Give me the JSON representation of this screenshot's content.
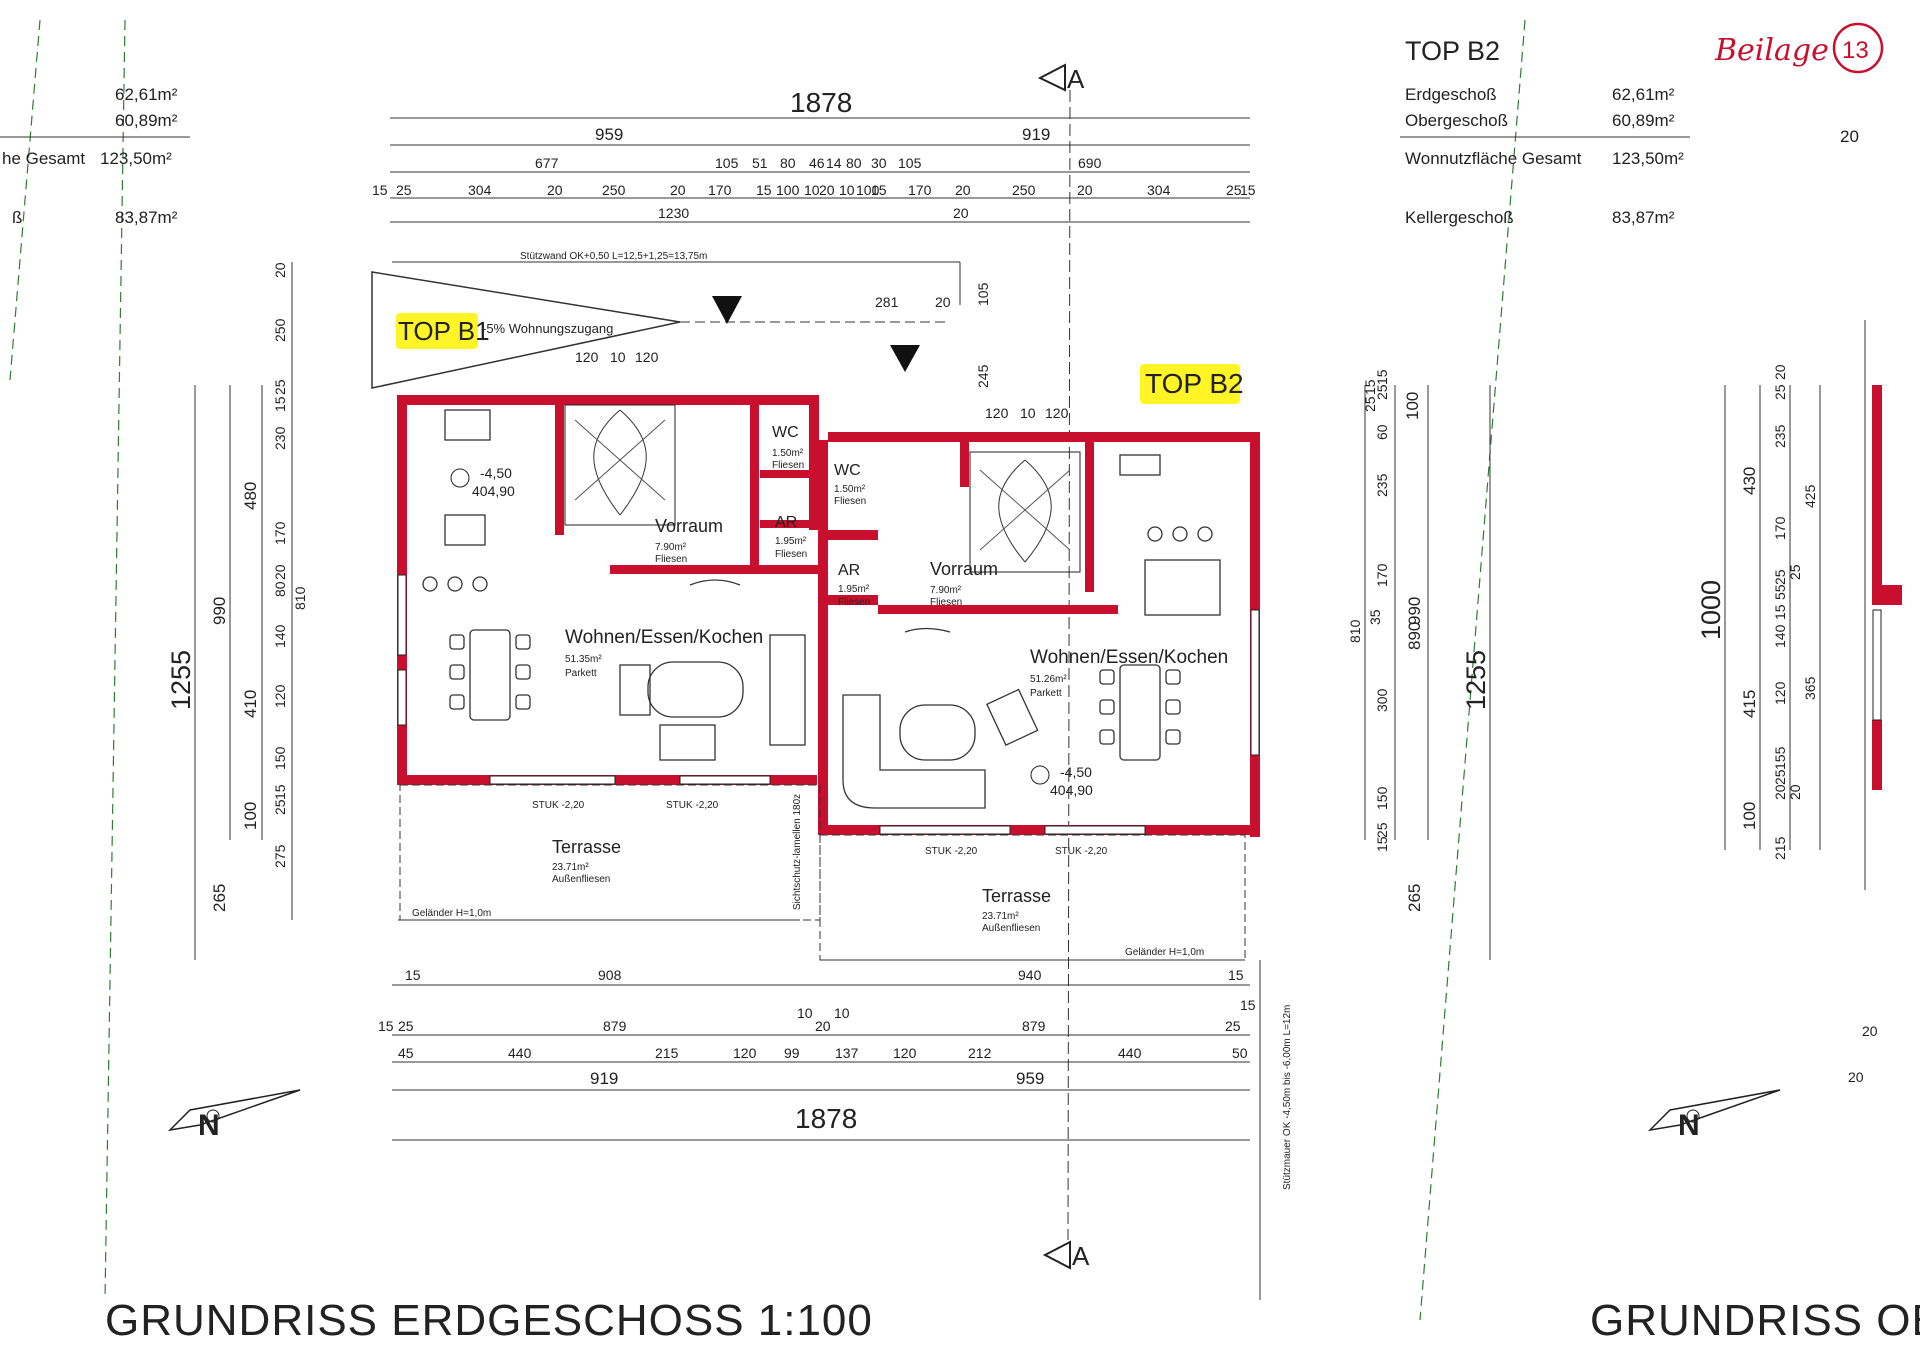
{
  "corner_note": "Beilage",
  "corner_note_number": "13",
  "section_marker": "A",
  "top_b1_label": "TOP B1",
  "top_b2_label": "TOP B2",
  "wohnungszugang": "-5%  Wohnungszugang",
  "stuetzwand": "Stützwand OK+0,50 L=12,5+1,25=13,75m",
  "stuetzmauer": "Stützmauer OK -4,50m bis -6,00m L=12m",
  "left_summary": {
    "rows": [
      {
        "label": "",
        "value": "62,61m²"
      },
      {
        "label": "",
        "value": "60,89m²"
      },
      {
        "label": "he Gesamt",
        "value": "123,50m²"
      },
      {
        "label": "ß",
        "value": "83,87m²"
      }
    ]
  },
  "b2_summary": {
    "title": "TOP B2",
    "rows": [
      {
        "label": "Erdgeschoß",
        "value": "62,61m²"
      },
      {
        "label": "Obergeschoß",
        "value": "60,89m²"
      },
      {
        "label": "Wonnutzfläche Gesamt",
        "value": "123,50m²"
      },
      {
        "label": "Kellergeschoß",
        "value": "83,87m²"
      }
    ]
  },
  "rooms": {
    "b1_living": {
      "name": "Wohnen/Essen/Kochen",
      "area": "51.35m²",
      "floor": "Parkett"
    },
    "b2_living": {
      "name": "Wohnen/Essen/Kochen",
      "area": "51.26m²",
      "floor": "Parkett"
    },
    "b1_vorraum": {
      "name": "Vorraum",
      "area": "7.90m²",
      "floor": "Fliesen"
    },
    "b2_vorraum": {
      "name": "Vorraum",
      "area": "7.90m²",
      "floor": "Fliesen"
    },
    "b1_wc": {
      "name": "WC",
      "area": "1.50m²",
      "floor": "Fliesen"
    },
    "b2_wc": {
      "name": "WC",
      "area": "1.50m²",
      "floor": "Fliesen"
    },
    "b1_ar": {
      "name": "AR",
      "area": "1.95m²",
      "floor": "Fliesen"
    },
    "b2_ar": {
      "name": "AR",
      "area": "1.95m²",
      "floor": "Fliesen"
    },
    "b1_terrasse": {
      "name": "Terrasse",
      "area": "23.71m²",
      "floor": "Außenfliesen"
    },
    "b2_terrasse": {
      "name": "Terrasse",
      "area": "23.71m²",
      "floor": "Außenfliesen"
    }
  },
  "levels": {
    "b1": {
      "rel": "-4,50",
      "abs": "404,90"
    },
    "b2": {
      "rel": "-4,50",
      "abs": "404,90"
    }
  },
  "gelaender_left": "Geländer H=1,0m",
  "gelaender_right": "Geländer H=1,0m",
  "sichtschutz": "Sichtschutz-lamellen 180z",
  "stuk": "STUK -2,20",
  "top_dims": {
    "total": "1878",
    "halves": [
      "959",
      "919"
    ],
    "row3": [
      "677",
      "105",
      "51",
      "80",
      "46",
      "14",
      "80",
      "30",
      "105",
      "690"
    ],
    "row4": [
      "15",
      "25",
      "304",
      "20",
      "250",
      "20",
      "170",
      "15",
      "100",
      "10",
      "20",
      "10",
      "100",
      "15",
      "170",
      "20",
      "250",
      "20",
      "304",
      "25",
      "15"
    ],
    "row5": [
      "1230",
      "20"
    ],
    "entry": [
      "281",
      "20",
      "105",
      "245"
    ],
    "stair": [
      "120",
      "10",
      "120"
    ]
  },
  "bottom_dims": {
    "terr": [
      "15",
      "908",
      "940",
      "15"
    ],
    "row2": [
      "15",
      "25",
      "879",
      "10",
      "20",
      "10",
      "879",
      "25",
      "15"
    ],
    "row3": [
      "45",
      "440",
      "215",
      "120",
      "99",
      "137",
      "120",
      "212",
      "440",
      "50"
    ],
    "halves": [
      "919",
      "959"
    ],
    "total": "1878"
  },
  "left_dims": {
    "total": "1255",
    "outer": [
      "990",
      "265"
    ],
    "mid": [
      "480",
      "410",
      "100"
    ],
    "inner": [
      "250",
      "25",
      "15",
      "230",
      "170",
      "80",
      "140",
      "120",
      "150",
      "15",
      "25",
      "275",
      "810",
      "20",
      "20"
    ]
  },
  "right_dims": {
    "total": "1255",
    "outer": [
      "990",
      "265"
    ],
    "mid": [
      "100",
      "235",
      "170",
      "810",
      "890",
      "300",
      "150",
      "25",
      "15"
    ],
    "inner": [
      "15",
      "25",
      "60",
      "25",
      "15",
      "35"
    ]
  },
  "far_right_dims": {
    "total": "1000",
    "mid": [
      "430",
      "415",
      "100"
    ],
    "inner": [
      "25",
      "20",
      "235",
      "425",
      "170",
      "55",
      "15",
      "25",
      "25",
      "140",
      "120",
      "365",
      "155",
      "20",
      "25",
      "215",
      "20"
    ],
    "marks": [
      "20",
      "20",
      "20"
    ]
  },
  "titles": {
    "left": "GRUNDRISS ERDGESCHOSS 1:100",
    "right": "GRUNDRISS OBE"
  },
  "north": "N"
}
